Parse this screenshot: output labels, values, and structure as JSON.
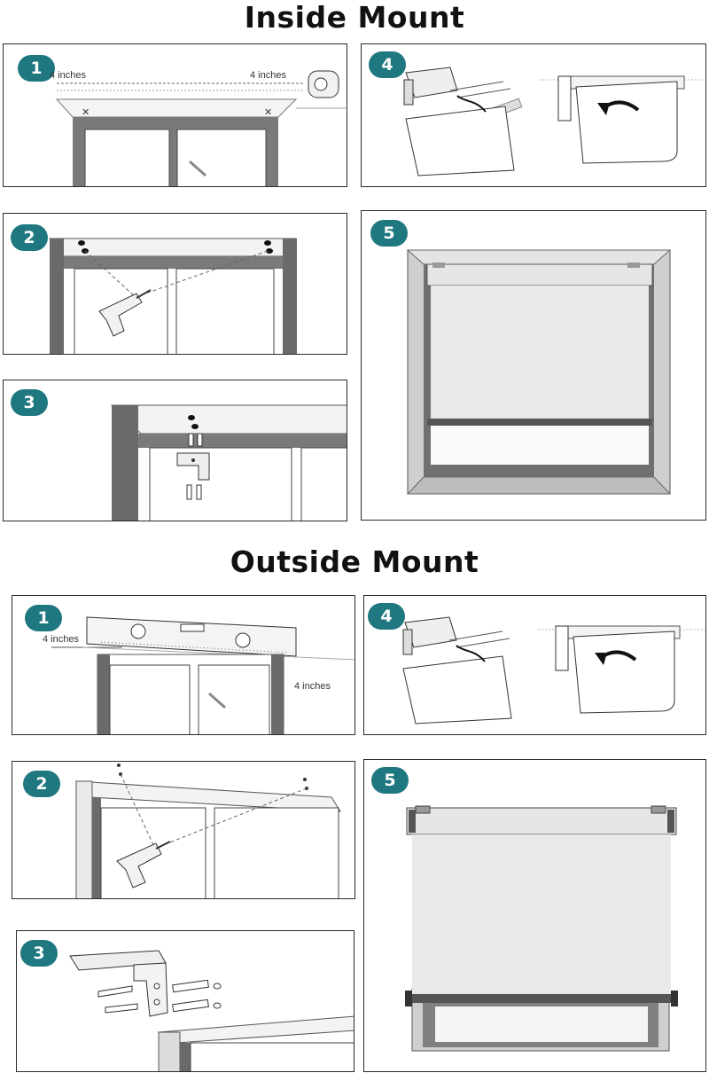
{
  "sections": {
    "inside": {
      "title": "Inside Mount",
      "steps": [
        {
          "badge": "1",
          "labels": [
            "4 inches",
            "4 inches"
          ]
        },
        {
          "badge": "2"
        },
        {
          "badge": "3"
        },
        {
          "badge": "4"
        },
        {
          "badge": "5"
        }
      ]
    },
    "outside": {
      "title": "Outside Mount",
      "steps": [
        {
          "badge": "1",
          "labels": [
            "4 inches",
            "4 inches"
          ]
        },
        {
          "badge": "2"
        },
        {
          "badge": "3"
        },
        {
          "badge": "4"
        },
        {
          "badge": "5"
        }
      ]
    }
  },
  "colors": {
    "badge": "#1f7780",
    "frame": "#5a5a5a",
    "shade": "#e8e8e8",
    "line": "#2a2a2a"
  },
  "icons": [
    "measuring-tape-icon",
    "spirit-level-icon",
    "drill-icon",
    "bracket-icon",
    "screw-icon",
    "rotate-arrow-icon"
  ]
}
